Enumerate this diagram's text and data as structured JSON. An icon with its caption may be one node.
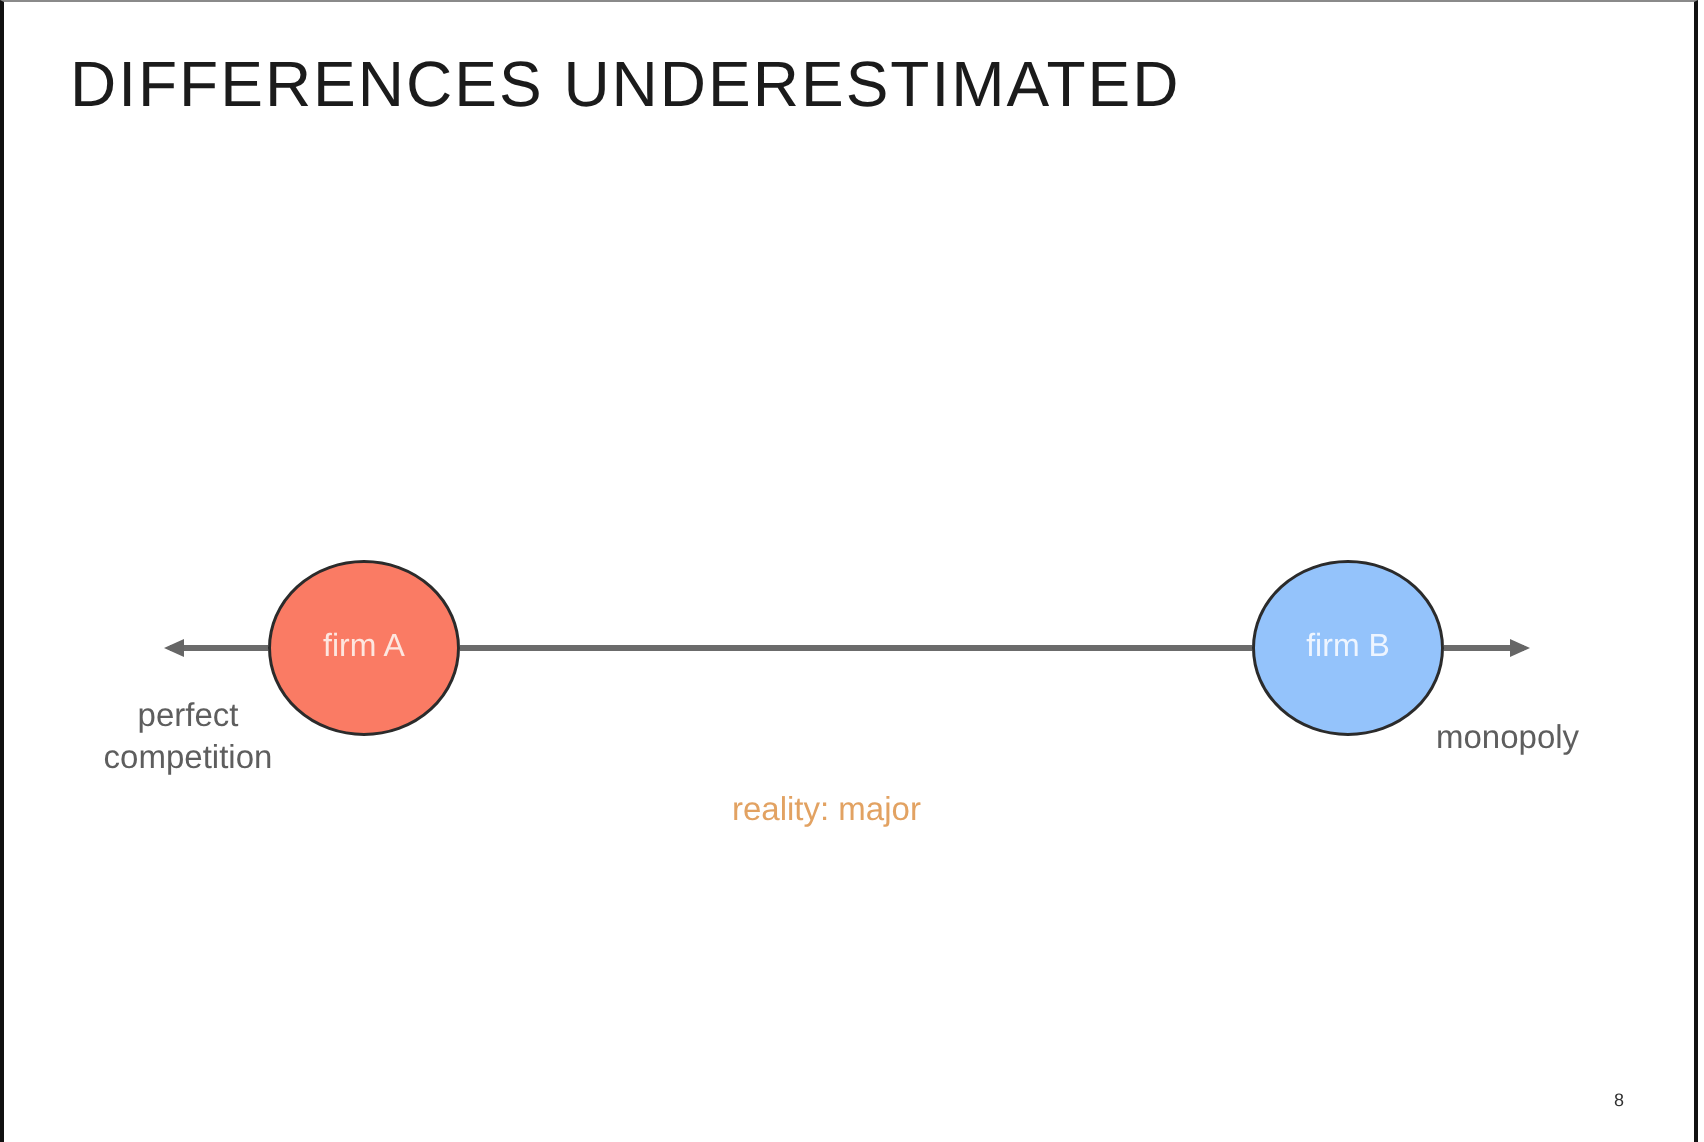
{
  "diagram": {
    "title": "DIFFERENCES UNDERESTIMATED",
    "nodes": [
      {
        "text": [
          "firm A"
        ]
      },
      {
        "text": [
          "firm B"
        ]
      }
    ],
    "edges": [
      {
        "from": 0,
        "to": 1,
        "arrow": "none"
      },
      {
        "from": 0,
        "to": null,
        "arrow": "to"
      },
      {
        "from": 1,
        "to": null,
        "arrow": "to"
      }
    ],
    "labels": [
      "perfect competition",
      "monopoly",
      "reality: major",
      "8"
    ]
  }
}
